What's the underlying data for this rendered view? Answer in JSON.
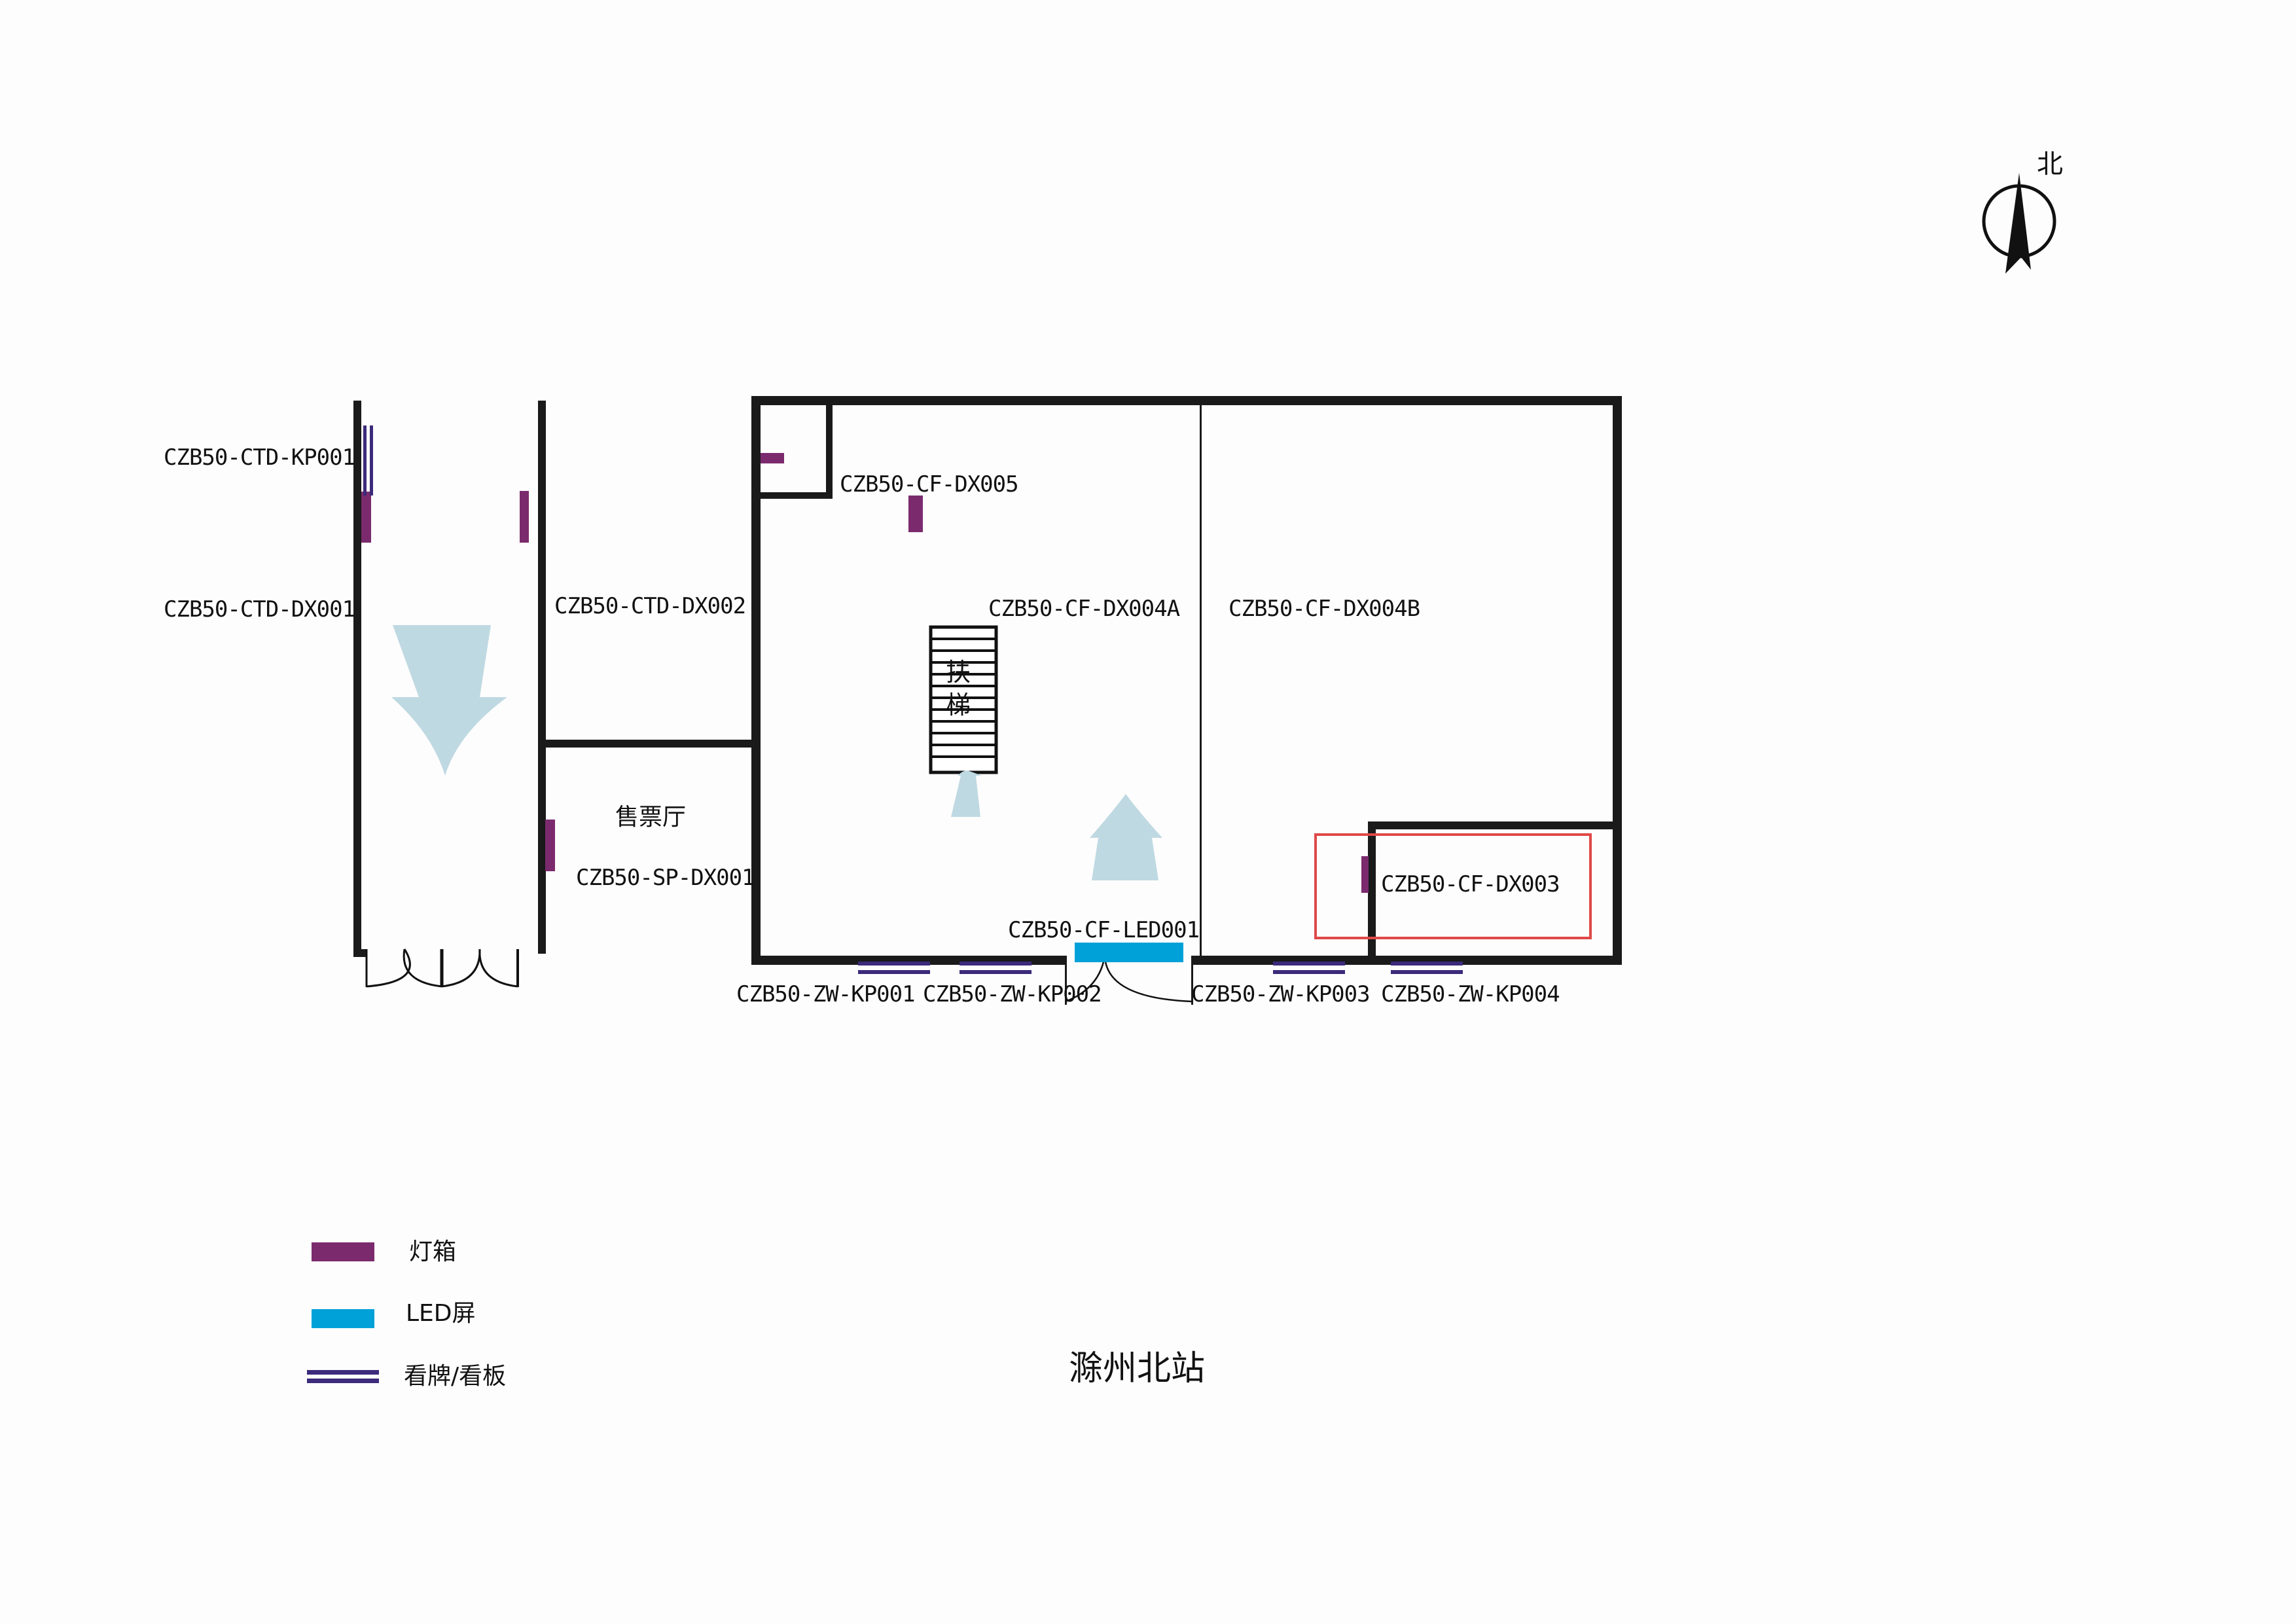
{
  "title": "滁州北站",
  "compass": {
    "label": "北"
  },
  "colors": {
    "lightbox": "#7b2a6e",
    "led": "#00a0d8",
    "billboard": "#3c2a7a",
    "arrow": "#bfd9e2",
    "highlight": "#e04848",
    "wall": "#1a1a1a"
  },
  "rooms": {
    "ticket_hall": "售票厅",
    "escalator": "扶梯"
  },
  "signs": {
    "ctd_kp001": "CZB50-CTD-KP001",
    "ctd_dx001": "CZB50-CTD-DX001",
    "ctd_dx002": "CZB50-CTD-DX002",
    "sp_dx001": "CZB50-SP-DX001",
    "cf_dx005": "CZB50-CF-DX005",
    "cf_dx004a": "CZB50-CF-DX004A",
    "cf_dx004b": "CZB50-CF-DX004B",
    "cf_dx003": "CZB50-CF-DX003",
    "cf_led001": "CZB50-CF-LED001",
    "zw_kp001": "CZB50-ZW-KP001",
    "zw_kp002": "CZB50-ZW-KP002",
    "zw_kp003": "CZB50-ZW-KP003",
    "zw_kp004": "CZB50-ZW-KP004"
  },
  "legend": [
    {
      "type": "lightbox",
      "label": "灯箱"
    },
    {
      "type": "led",
      "label": "LED屏"
    },
    {
      "type": "billboard",
      "label": "看牌/看板"
    }
  ],
  "highlighted_sign": "CZB50-CF-DX003"
}
